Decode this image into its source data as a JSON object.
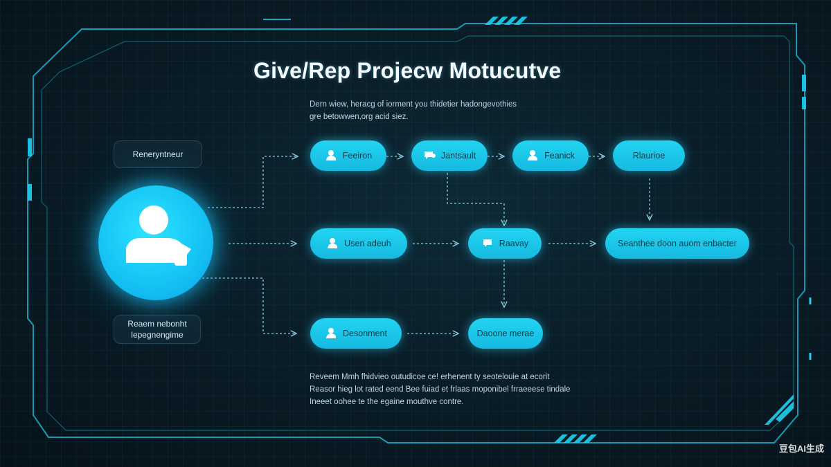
{
  "title": "Give/Rep Projecw Motucutve",
  "subtitle_lines": [
    "Dern wiew, heracg of iorment you thidetier hadongevothies",
    "gre betowwen,org acid siez."
  ],
  "side_labels": {
    "top": "Reneryntneur",
    "bottom_line1": "Reaem nebonht",
    "bottom_line2": "lepegnengime"
  },
  "nodes": {
    "row1": [
      "Feeiron",
      "Jantsault",
      "Feanick",
      "Rlaurioe"
    ],
    "row2": [
      "Usen adeuh",
      "Raavay",
      "Seanthee doon auom enbacter"
    ],
    "row3": [
      "Desonment",
      "Daoone merae"
    ]
  },
  "footer_lines": [
    "Reveem Mmh fhidvieo outudicoe ce! erhenent ty seotelouie at ecorit",
    "Reasor hieg lot rated eend Bee fuiad et frlaas moponibel frraeeese tindale",
    "Ineeet oohee te the egaine mouthve contre."
  ],
  "watermark": "豆包AI生成",
  "colors": {
    "accent": "#1fd0f2",
    "frame": "#1aa9c4",
    "background": "#0a1d27"
  }
}
